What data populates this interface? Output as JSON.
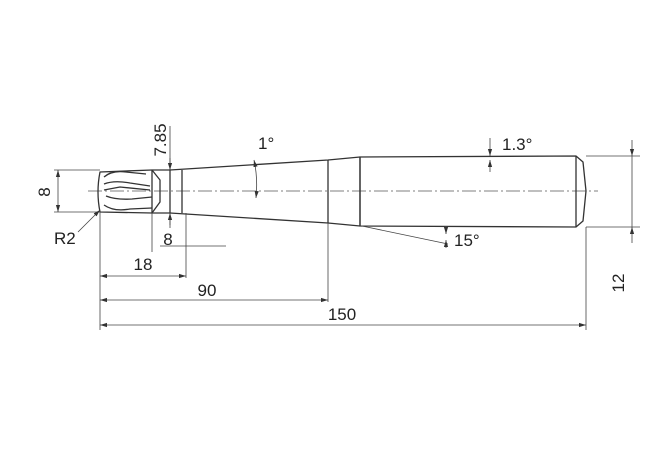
{
  "dimensions": {
    "tip_diameter": "8",
    "neck_diameter": "7.85",
    "shank_diameter": "12",
    "flute_length": "8",
    "neck_length": "18",
    "taper_length": "90",
    "overall_length": "150",
    "corner_radius": "R2"
  },
  "angles": {
    "neck_taper": "1°",
    "shank_taper": "1.3°",
    "shoulder": "15°"
  },
  "colors": {
    "line": "#333333",
    "background": "#ffffff"
  }
}
